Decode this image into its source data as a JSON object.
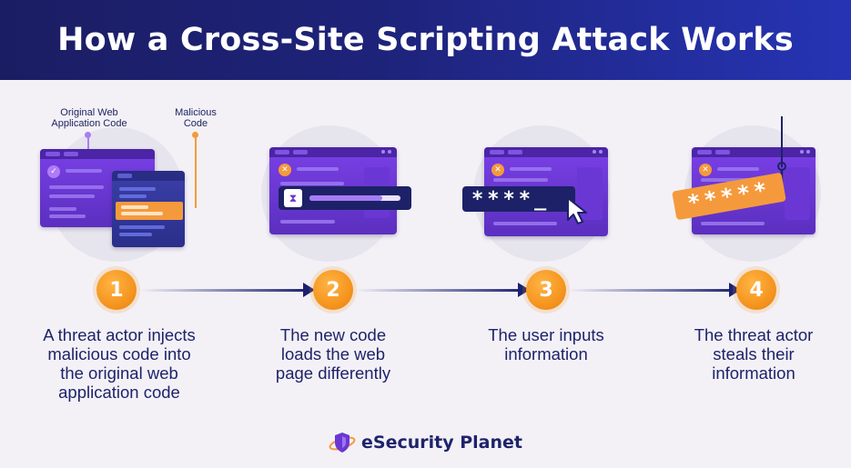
{
  "header": {
    "title": "How a Cross-Site Scripting Attack Works"
  },
  "callouts": {
    "original_code": "Original Web Application Code",
    "original_code_line1": "Original Web",
    "original_code_line2": "Application Code",
    "malicious_code": "Malicious Code",
    "malicious_code_line1": "Malicious",
    "malicious_code_line2": "Code"
  },
  "steps": [
    {
      "number": "1",
      "lines": [
        "A threat actor injects",
        "malicious code into",
        "the original web",
        "application code"
      ]
    },
    {
      "number": "2",
      "lines": [
        "The new code",
        "loads the web",
        "page differently"
      ]
    },
    {
      "number": "3",
      "lines": [
        "The user inputs",
        "information"
      ]
    },
    {
      "number": "4",
      "lines": [
        "The threat actor",
        "steals their",
        "information"
      ]
    }
  ],
  "password_field": {
    "text": "****_"
  },
  "stolen_password": {
    "text": "*****"
  },
  "footer": {
    "brand": "eSecurity Planet"
  },
  "colors": {
    "header_start": "#1b1d63",
    "header_end": "#2634b4",
    "accent_orange": "#f5951f",
    "window_purple": "#6a37d4",
    "text_navy": "#1e236a"
  }
}
